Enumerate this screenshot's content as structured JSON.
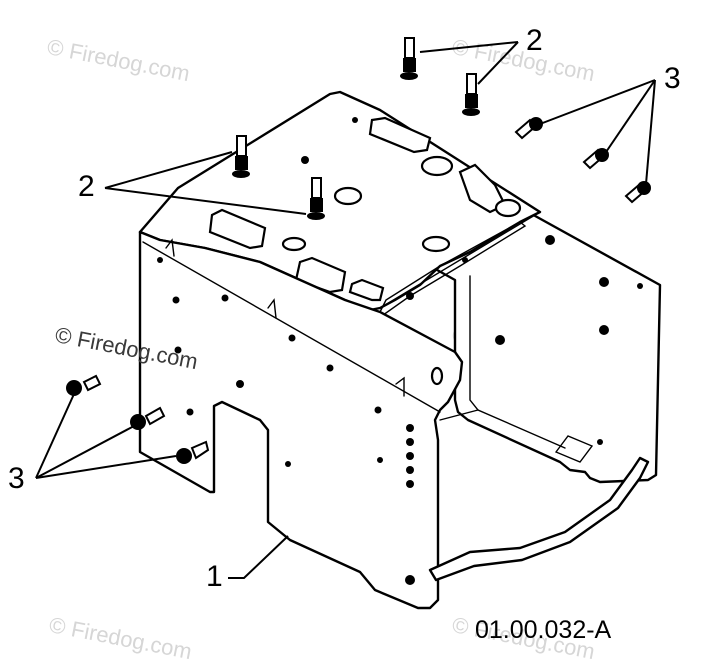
{
  "watermark": {
    "text": "© Firedog.com",
    "prominent_color": "#3a3a3a",
    "faint_color": "#d6d6d6"
  },
  "callouts": {
    "frame": "1",
    "bolt": "2",
    "nut": "3"
  },
  "figure_number": "01.00.032-A"
}
